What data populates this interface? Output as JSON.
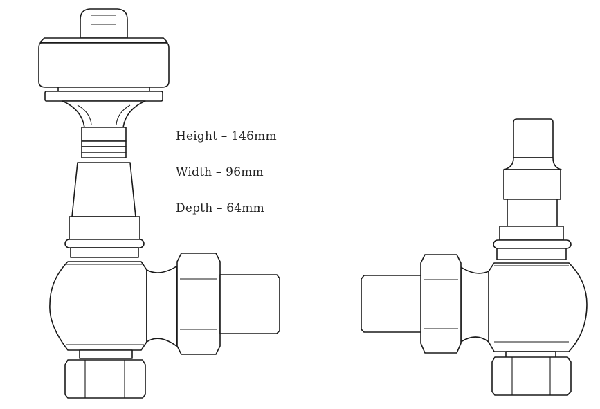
{
  "dimensions": {
    "height": "Height – 146mm",
    "width": "Width – 96mm",
    "depth": "Depth – 64mm"
  },
  "views": [
    {
      "name": "valve-with-head",
      "parts": [
        "wheel-head",
        "bonnet",
        "body-ball",
        "union-nut",
        "tail-pipe",
        "bottom-nut"
      ]
    },
    {
      "name": "valve-without-head",
      "parts": [
        "spindle",
        "body-ball",
        "union-nut",
        "tail-pipe",
        "bottom-nut"
      ]
    }
  ],
  "colors": {
    "line": "#1a1a1a",
    "background": "#ffffff",
    "text": "#222222"
  }
}
